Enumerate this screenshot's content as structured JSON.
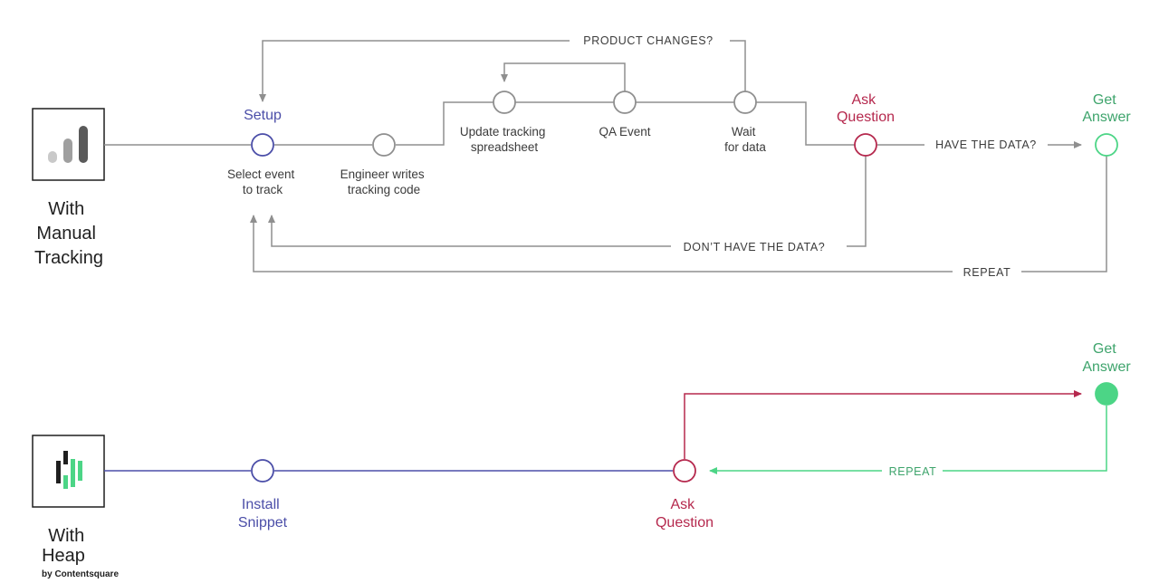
{
  "manual": {
    "row_title": [
      "With",
      "Manual",
      "Tracking"
    ],
    "setup_label": "Setup",
    "select_event": [
      "Select event",
      "to track"
    ],
    "engineer_writes": [
      "Engineer writes",
      "tracking code"
    ],
    "update_tracking": [
      "Update tracking",
      "spreadsheet"
    ],
    "qa_event": "QA Event",
    "wait_for_data": [
      "Wait",
      "for data"
    ],
    "ask_question": [
      "Ask",
      "Question"
    ],
    "get_answer": [
      "Get",
      "Answer"
    ],
    "product_changes": "PRODUCT CHANGES?",
    "have_the_data": "HAVE THE DATA?",
    "dont_have_the_data": "DON’T HAVE THE DATA?",
    "repeat": "REPEAT"
  },
  "heap": {
    "row_title": [
      "With",
      "Heap"
    ],
    "byline": "by Contentsquare",
    "install_snippet": [
      "Install",
      "Snippet"
    ],
    "ask_question": [
      "Ask",
      "Question"
    ],
    "get_answer": [
      "Get",
      "Answer"
    ],
    "repeat": "REPEAT"
  },
  "icons": {
    "manual_logo": "bar-chart-icon",
    "heap_logo": "heap-logo-icon"
  },
  "colors": {
    "gray_line": "#8f8f8f",
    "blue": "#4b4ea8",
    "red": "#b5284d",
    "green": "#4cd586",
    "green_text": "#3ea46c"
  }
}
